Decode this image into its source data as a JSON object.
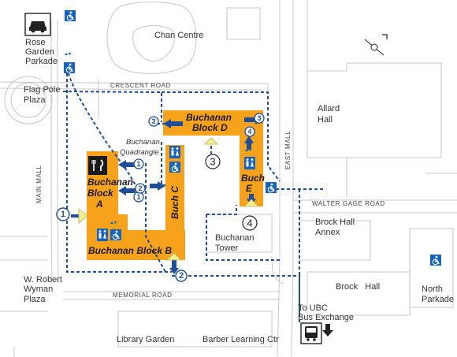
{
  "colors": {
    "building": "#f7a21b",
    "path": "#1f4e99",
    "access_blue": "#1565c0",
    "entrance_yellow": "#f3ef8f",
    "outline": "#c7c7c7"
  },
  "labels": {
    "chan_centre": "Chan Centre",
    "rose_garden_line1": "Rose",
    "rose_garden_line2": "Garden",
    "rose_garden_line3": "Parkade",
    "flag_pole_line1": "Flag Pole",
    "flag_pole_line2": "Plaza",
    "crescent_road": "CRESCENT ROAD",
    "allard_line1": "Allard",
    "allard_line2": "Hall",
    "buchanan_quad_line1": "Buchanan",
    "buchanan_quad_line2": "Quadrangle",
    "east_mall": "EAST MALL",
    "main_mall": "MAIN MALL",
    "walter_gage": "WALTER GAGE ROAD",
    "brock_annex_line1": "Brock Hall",
    "brock_annex_line2": "Annex",
    "buchanan_tower_line1": "Buchanan",
    "buchanan_tower_line2": "Tower",
    "wyman_line1": "W. Robert",
    "wyman_line2": "Wyman",
    "wyman_line3": "Plaza",
    "memorial_road": "MEMORIAL ROAD",
    "brock_hall": "Brock   Hall",
    "north_parkade_line1": "North",
    "north_parkade_line2": "Parkade",
    "bus_line1": "To UBC",
    "bus_line2": "Bus Exchange",
    "library_garden": "Library Garden",
    "barber": "Barber Learning Ctr"
  },
  "buildings": {
    "block_a_line1": "Buchanan",
    "block_a_line2": "Block",
    "block_a_line3": "A",
    "block_b": "Buchanan Block B",
    "block_c": "Buch C",
    "block_d_line1": "Buchanan",
    "block_d_line2": "Block D",
    "block_e_line1": "Buch",
    "block_e_line2": "E"
  },
  "markers": {
    "entrance_1": "1",
    "entrance_2": "2",
    "entrance_3": "3",
    "entrance_4": "4"
  },
  "icons": {
    "car": "car-icon",
    "wheelchair": "wheelchair-icon",
    "restroom": "restroom-icon",
    "food": "food-icon",
    "bus": "bus-icon",
    "compass": "compass-icon",
    "elevator": "elevator-icon"
  }
}
